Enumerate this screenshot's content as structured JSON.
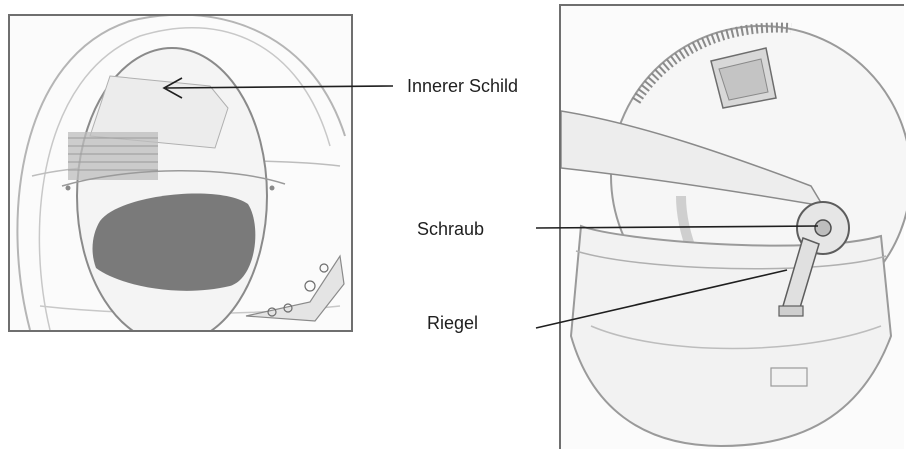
{
  "labels": {
    "inner_shield": "Innerer Schild",
    "screw": "Schraub",
    "latch": "Riegel"
  },
  "colors": {
    "line": "#1f1f1f",
    "frame": "#6f6f6f",
    "sketch": "#9a9a9a",
    "dark_fill": "#7a7a7a"
  }
}
